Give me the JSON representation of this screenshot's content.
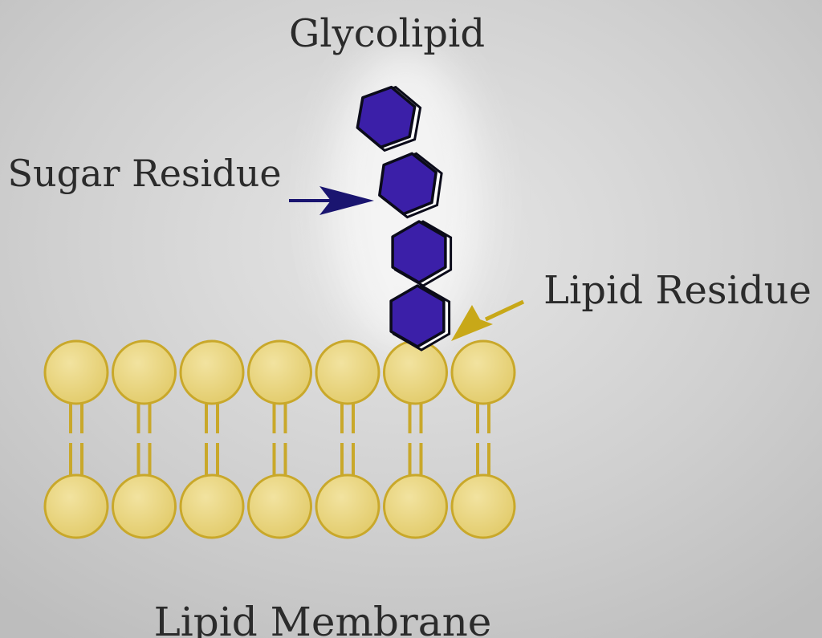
{
  "labels": {
    "title": "Glycolipid",
    "sugar": "Sugar Residue",
    "lipid": "Lipid Residue",
    "membrane": "Lipid Membrane"
  },
  "colors": {
    "background": "#c9c9c9",
    "halo": "#f7f7f7",
    "sugar_fill": "#3b1fa8",
    "sugar_outline": "#0b0b1a",
    "sugar_arrow": "#1a1570",
    "lipid_fill": "#ecd98a",
    "lipid_outline": "#c9a82a",
    "lipid_arrow": "#c8a818",
    "text": "#2b2b2b"
  },
  "structure": {
    "sugar_residue_count": 4,
    "lipid_pairs": 7
  }
}
